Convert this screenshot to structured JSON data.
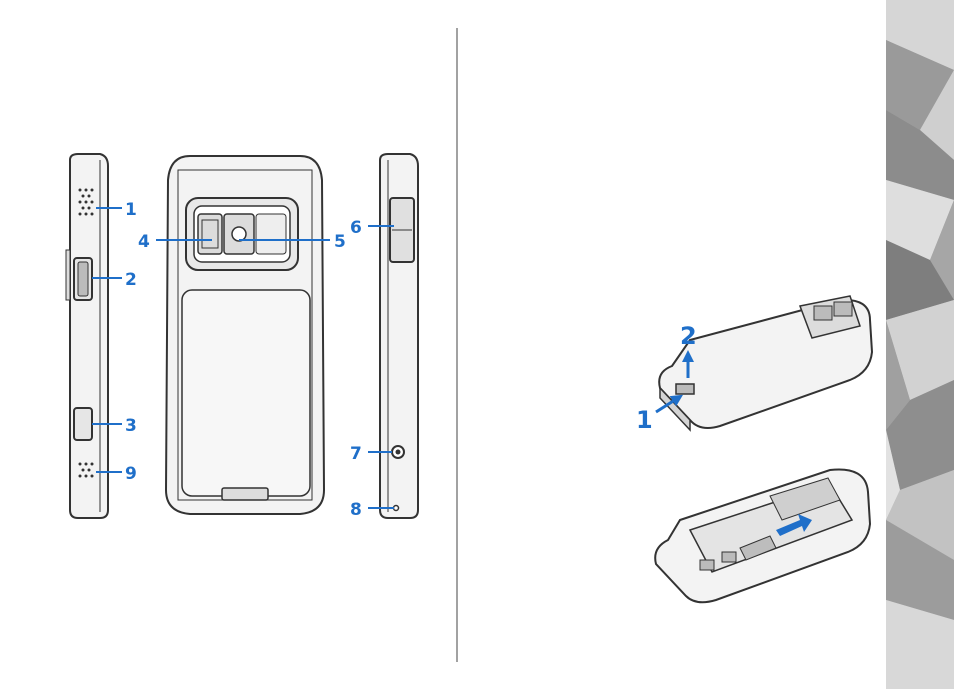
{
  "colors": {
    "callout": "#1f6fc9",
    "phone_body": "#f3f3f3",
    "phone_outline": "#333333",
    "strip_light": "#c8c8c8",
    "strip_dark": "#8a8a8a"
  },
  "callouts_left": [
    {
      "label": "1",
      "target": "loudspeaker-top"
    },
    {
      "label": "2",
      "target": "volume-zoom-key"
    },
    {
      "label": "3",
      "target": "capture-key"
    },
    {
      "label": "9",
      "target": "loudspeaker-bottom"
    }
  ],
  "callouts_back": [
    {
      "label": "4",
      "target": "camera-flash"
    },
    {
      "label": "5",
      "target": "main-camera"
    }
  ],
  "callouts_right": [
    {
      "label": "6",
      "target": "usb-connector"
    },
    {
      "label": "7",
      "target": "charger-connector"
    },
    {
      "label": "8",
      "target": "wrist-strap-eyelet"
    }
  ],
  "callouts_battery": [
    {
      "label": "1",
      "target": "release-button"
    },
    {
      "label": "2",
      "target": "lift-cover"
    }
  ]
}
